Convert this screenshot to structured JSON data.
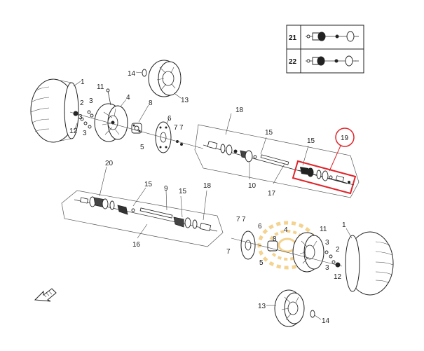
{
  "diagram": {
    "part_numbers": {
      "p1a": "1",
      "p1b": "1",
      "p2a": "2",
      "p2b": "2",
      "p3a": "3",
      "p3b": "3",
      "p3c": "3",
      "p3d": "3",
      "p4a": "4",
      "p4b": "4",
      "p5a": "5",
      "p5b": "5",
      "p6a": "6",
      "p6b": "6",
      "p7a": "7",
      "p7b": "7",
      "p7c": "7",
      "p7d": "7",
      "p7e": "7",
      "p8a": "8",
      "p8b": "8",
      "p9": "9",
      "p10": "10",
      "p11a": "11",
      "p11b": "11",
      "p12a": "12",
      "p12b": "12",
      "p13a": "13",
      "p13b": "13",
      "p14a": "14",
      "p14b": "14",
      "p15a": "15",
      "p15b": "15",
      "p15c": "15",
      "p16": "16",
      "p17": "17",
      "p18a": "18",
      "p18b": "18",
      "p19": "19",
      "p20": "20"
    },
    "legend": {
      "row1_num": "21",
      "row2_num": "22"
    },
    "highlight_color": "#e0242a",
    "watermark_color": "#f0c060"
  }
}
